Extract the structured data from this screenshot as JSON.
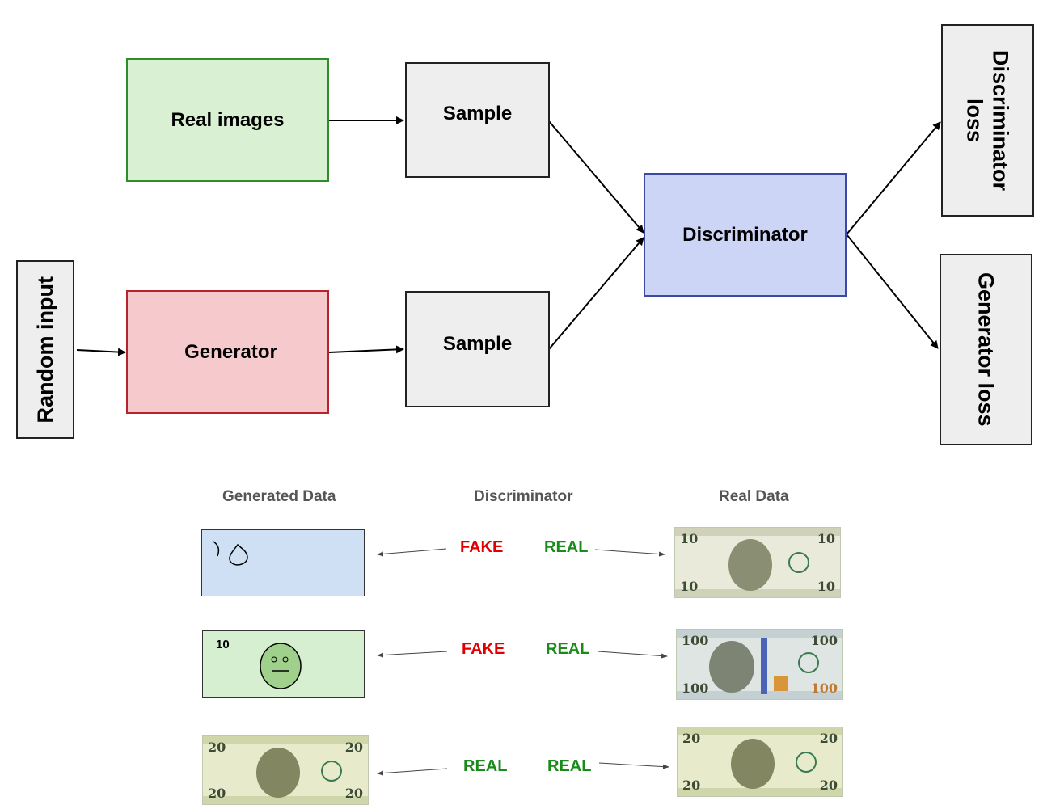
{
  "diagram": {
    "real_images": "Real images",
    "sample_top": "Sample",
    "random_input": "Random input",
    "generator": "Generator",
    "sample_bottom": "Sample",
    "discriminator": "Discriminator",
    "discriminator_loss": "Discriminator loss",
    "generator_loss": "Generator loss"
  },
  "examples": {
    "headers": {
      "generated": "Generated Data",
      "discriminator": "Discriminator",
      "real": "Real Data"
    },
    "rows": [
      {
        "generated_verdict": "FAKE",
        "real_verdict": "REAL"
      },
      {
        "generated_verdict": "FAKE",
        "real_verdict": "REAL",
        "generated_label": "10"
      },
      {
        "generated_verdict": "REAL",
        "real_verdict": "REAL"
      }
    ]
  }
}
